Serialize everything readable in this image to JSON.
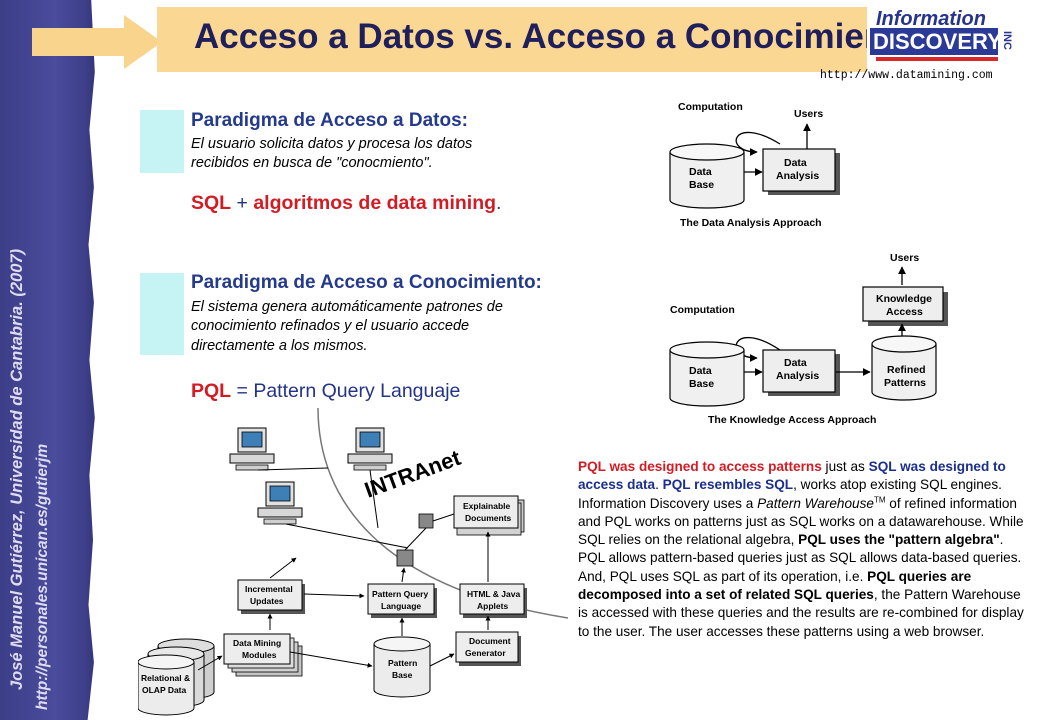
{
  "sidebar": {
    "author_line": "José Manuel Gutiérrez, Universidad de Cantabria. (2007)",
    "url_line": "http://personales.unican.es/gutierjm"
  },
  "header": {
    "title": "Acceso a Datos vs. Acceso a Conocimiento",
    "logo_top": "Information",
    "logo_main": "DISCOVERY",
    "logo_inc": "INC",
    "url": "http://www.datamining.com"
  },
  "paradigms": [
    {
      "title": "Paradigma de Acceso a Datos:",
      "desc_lines": [
        "El usuario solicita datos y procesa los datos",
        "recibidos en busca de  \"conocmiento\"."
      ],
      "formula": {
        "a": "SQL",
        "op": " + ",
        "b": "algoritmos de data mining",
        "end": "."
      }
    },
    {
      "title": "Paradigma de Acceso a Conocimiento:",
      "desc_lines": [
        "El sistema genera automáticamente patrones de",
        "conocimiento refinados y el usuario accede",
        "directamente a los mismos."
      ],
      "formula": {
        "a": "PQL",
        "op": " = ",
        "b": "Pattern Query Languaje"
      }
    }
  ],
  "diagrams": {
    "data_analysis": {
      "computation": "Computation",
      "users": "Users",
      "data_base": [
        "Data",
        "Base"
      ],
      "data_analysis": [
        "Data",
        "Analysis"
      ],
      "caption": "The Data Analysis Approach"
    },
    "knowledge_access": {
      "users": "Users",
      "knowledge_access": [
        "Knowledge",
        "Access"
      ],
      "computation": "Computation",
      "data_base": [
        "Data",
        "Base"
      ],
      "data_analysis": [
        "Data",
        "Analysis"
      ],
      "refined_patterns": [
        "Refined",
        "Patterns"
      ],
      "caption": "The Knowledge Access Approach"
    },
    "architecture": {
      "intranet": "INTRAnet",
      "explainable": [
        "Explainable",
        "Documents"
      ],
      "incremental": [
        "Incremental",
        "Updates"
      ],
      "pql_lang": [
        "Pattern Query",
        "Language"
      ],
      "html_java": [
        "HTML & Java",
        "Applets"
      ],
      "dm_modules": [
        "Data Mining",
        "Modules"
      ],
      "doc_gen": [
        "Document",
        "Generator"
      ],
      "relational": [
        "Relational &",
        "OLAP Data"
      ],
      "pattern_base": [
        "Pattern",
        "Base"
      ]
    }
  },
  "explanation": {
    "s1": "PQL was designed to access patterns",
    "s2": " just as ",
    "s3": "SQL was designed to access data",
    "s4": ". ",
    "s5": "PQL resembles SQL",
    "s6": ", works atop existing SQL engines.",
    "s7": "Information Discovery uses a ",
    "s8": "Pattern Warehouse",
    "tm": "TM",
    "s9": " of refined information and PQL works on patterns just as SQL works on a datawarehouse. While SQL relies on the relational algebra, ",
    "s10": "PQL uses the \"pattern algebra\"",
    "s11": ". PQL allows pattern-based queries just as SQL allows data-based queries. And, PQL uses SQL as part of its operation, i.e. ",
    "s12": "PQL queries are decomposed into a set of related SQL queries",
    "s13": ", the Pattern Warehouse is accessed with these queries and the results are re-combined for display to the user. The user accesses these patterns using a web browser."
  }
}
